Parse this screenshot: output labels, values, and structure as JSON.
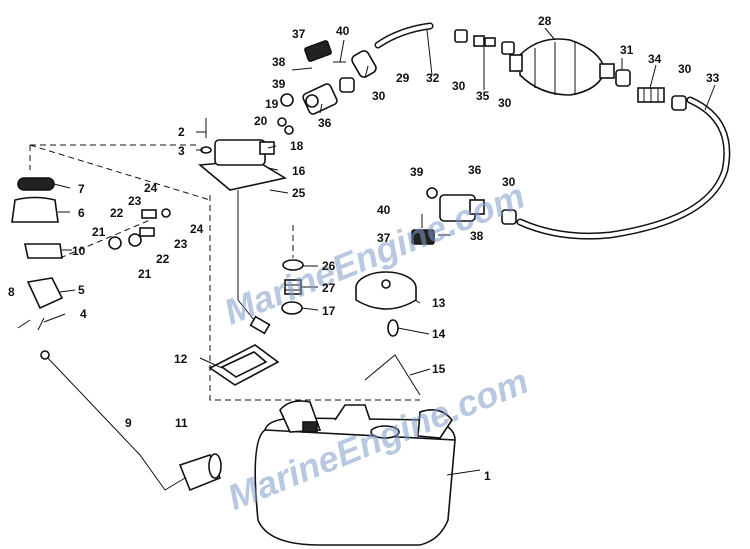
{
  "watermark": {
    "text": "MarineEngine.com",
    "color": "#7f9cc8"
  },
  "callouts": [
    {
      "id": "1",
      "label": "1"
    },
    {
      "id": "2",
      "label": "2"
    },
    {
      "id": "3",
      "label": "3"
    },
    {
      "id": "4",
      "label": "4"
    },
    {
      "id": "5",
      "label": "5"
    },
    {
      "id": "6",
      "label": "6"
    },
    {
      "id": "7",
      "label": "7"
    },
    {
      "id": "8",
      "label": "8"
    },
    {
      "id": "9",
      "label": "9"
    },
    {
      "id": "10",
      "label": "10"
    },
    {
      "id": "11",
      "label": "11"
    },
    {
      "id": "12",
      "label": "12"
    },
    {
      "id": "13",
      "label": "13"
    },
    {
      "id": "14",
      "label": "14"
    },
    {
      "id": "15",
      "label": "15"
    },
    {
      "id": "16",
      "label": "16"
    },
    {
      "id": "17",
      "label": "17"
    },
    {
      "id": "18",
      "label": "18"
    },
    {
      "id": "19",
      "label": "19"
    },
    {
      "id": "20",
      "label": "20"
    },
    {
      "id": "21a",
      "label": "21"
    },
    {
      "id": "21b",
      "label": "21"
    },
    {
      "id": "22a",
      "label": "22"
    },
    {
      "id": "22b",
      "label": "22"
    },
    {
      "id": "23a",
      "label": "23"
    },
    {
      "id": "23b",
      "label": "23"
    },
    {
      "id": "24a",
      "label": "24"
    },
    {
      "id": "24b",
      "label": "24"
    },
    {
      "id": "25",
      "label": "25"
    },
    {
      "id": "26",
      "label": "26"
    },
    {
      "id": "27",
      "label": "27"
    },
    {
      "id": "28",
      "label": "28"
    },
    {
      "id": "29",
      "label": "29"
    },
    {
      "id": "30a",
      "label": "30"
    },
    {
      "id": "30b",
      "label": "30"
    },
    {
      "id": "30c",
      "label": "30"
    },
    {
      "id": "30d",
      "label": "30"
    },
    {
      "id": "30e",
      "label": "30"
    },
    {
      "id": "31",
      "label": "31"
    },
    {
      "id": "32",
      "label": "32"
    },
    {
      "id": "33",
      "label": "33"
    },
    {
      "id": "34",
      "label": "34"
    },
    {
      "id": "35",
      "label": "35"
    },
    {
      "id": "36a",
      "label": "36"
    },
    {
      "id": "36b",
      "label": "36"
    },
    {
      "id": "37a",
      "label": "37"
    },
    {
      "id": "37b",
      "label": "37"
    },
    {
      "id": "38a",
      "label": "38"
    },
    {
      "id": "38b",
      "label": "38"
    },
    {
      "id": "39a",
      "label": "39"
    },
    {
      "id": "39b",
      "label": "39"
    },
    {
      "id": "40a",
      "label": "40"
    },
    {
      "id": "40b",
      "label": "40"
    }
  ]
}
